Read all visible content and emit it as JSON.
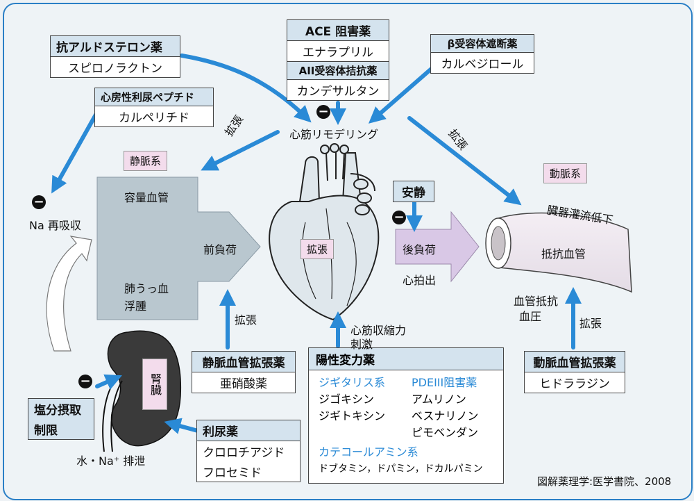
{
  "drugs": {
    "aldosterone_antagonist": {
      "class": "抗アルドステロン薬",
      "drug": "スピロノラクトン"
    },
    "anp": {
      "class": "心房性利尿ペプチド",
      "drug": "カルペリチド"
    },
    "ace_inhibitor": {
      "class": "ACE 阻害薬",
      "drug": "エナラプリル"
    },
    "arb": {
      "class": "AII受容体拮抗薬",
      "drug": "カンデサルタン"
    },
    "beta_blocker": {
      "class": "β受容体遮断薬",
      "drug": "カルベジロール"
    },
    "venous_dilator": {
      "class": "静脈血管拡張薬",
      "drug": "亜硝酸薬"
    },
    "diuretic": {
      "class": "利尿薬",
      "drug1": "クロロチアジド",
      "drug2": "フロセミド"
    },
    "arterial_dilator": {
      "class": "動脈血管拡張薬",
      "drug": "ヒドララジン"
    },
    "salt_restriction": {
      "line1": "塩分摂取",
      "line2": "制限"
    },
    "rest": {
      "label": "安静"
    }
  },
  "positive_inotropes": {
    "title": "陽性変力薬",
    "digitalis_label": "ジギタリス系",
    "digitalis_drugs": [
      "ジゴキシン",
      "ジギトキシン"
    ],
    "pde_label": "PDEIII阻害薬",
    "pde_drugs": [
      "アムリノン",
      "ベスナリノン",
      "ピモベンダン"
    ],
    "catechol_label": "カテコールアミン系",
    "catechol_drugs": "ドブタミン，ドパミン，ドカルパミン"
  },
  "labels": {
    "remodeling": "心筋リモデリング",
    "venous_system": "静脈系",
    "arterial_system": "動脈系",
    "capacity_vessels": "容量血管",
    "preload": "前負荷",
    "pulmonary_congestion": "肺うっ血",
    "edema": "浮腫",
    "dilation": "拡張",
    "heart_dilation": "拡張",
    "afterload": "後負荷",
    "cardiac_output": "心拍出",
    "organ_perfusion": "臓器灌流低下",
    "resistance_vessels": "抵抗血管",
    "vascular_resistance": "血管抵抗",
    "blood_pressure": "血圧",
    "na_reabsorption": "Na 再吸収",
    "kidney": "腎臓",
    "water_na_excretion": "水・Na⁺ 排泄",
    "contractility_line1": "心筋収縮力",
    "contractility_line2": "刺激",
    "minus": "−"
  },
  "source": "図解薬理学:医学書院、2008",
  "colors": {
    "arrow_blue": "#2a8ad6",
    "frame_blue": "#2a7fc6",
    "header_fill": "#d4e3ee",
    "tag_pink": "#f3dcec",
    "vein_gray": "#b9c7cf",
    "afterload_purple": "#d9c8e6"
  }
}
